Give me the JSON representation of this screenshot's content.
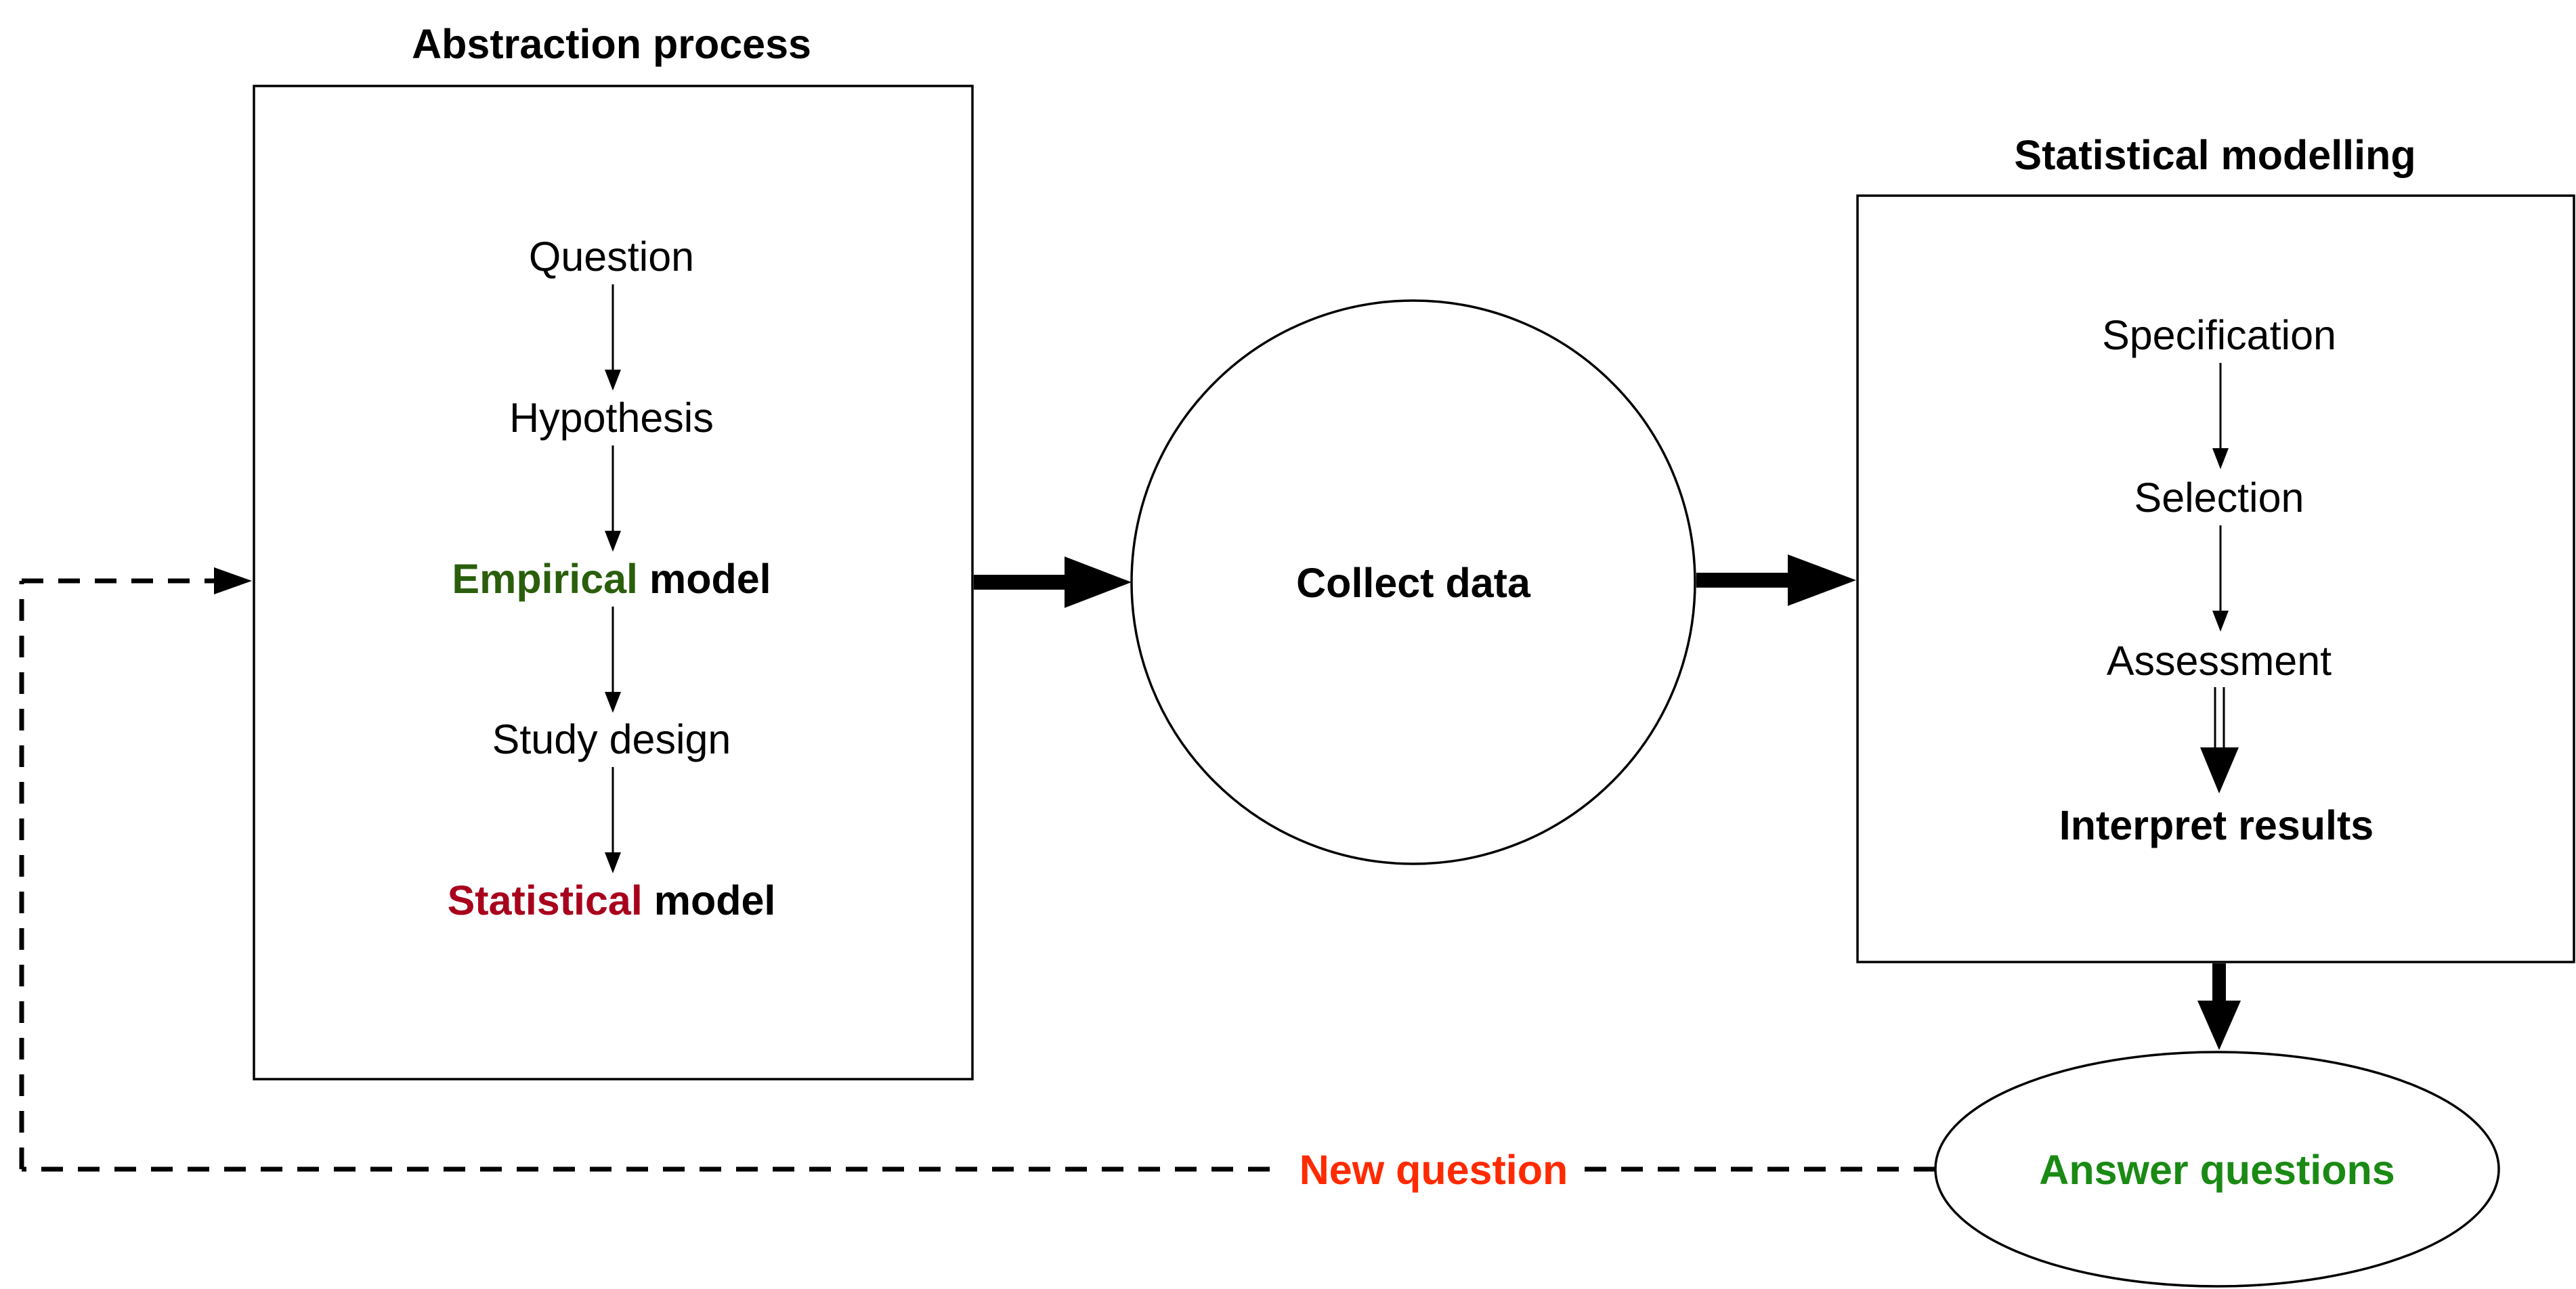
{
  "abstraction": {
    "title": "Abstraction process",
    "question": "Question",
    "hypothesis": "Hypothesis",
    "empirical_word": "Empirical",
    "empirical_rest": " model",
    "study_design": "Study design",
    "statistical_word": "Statistical",
    "statistical_rest": " model"
  },
  "collect": {
    "label": "Collect data"
  },
  "modelling": {
    "title": "Statistical modelling",
    "specification": "Specification",
    "selection": "Selection",
    "assessment": "Assessment",
    "interpret": "Interpret results"
  },
  "answer": {
    "label": "Answer questions"
  },
  "feedback": {
    "label": "New question"
  },
  "colors": {
    "ink": "#000000",
    "empirical_green": "#2a5e0c",
    "statistical_red": "#a8001c",
    "new_question_red": "#ff2a00",
    "answer_green": "#1a8a14"
  }
}
